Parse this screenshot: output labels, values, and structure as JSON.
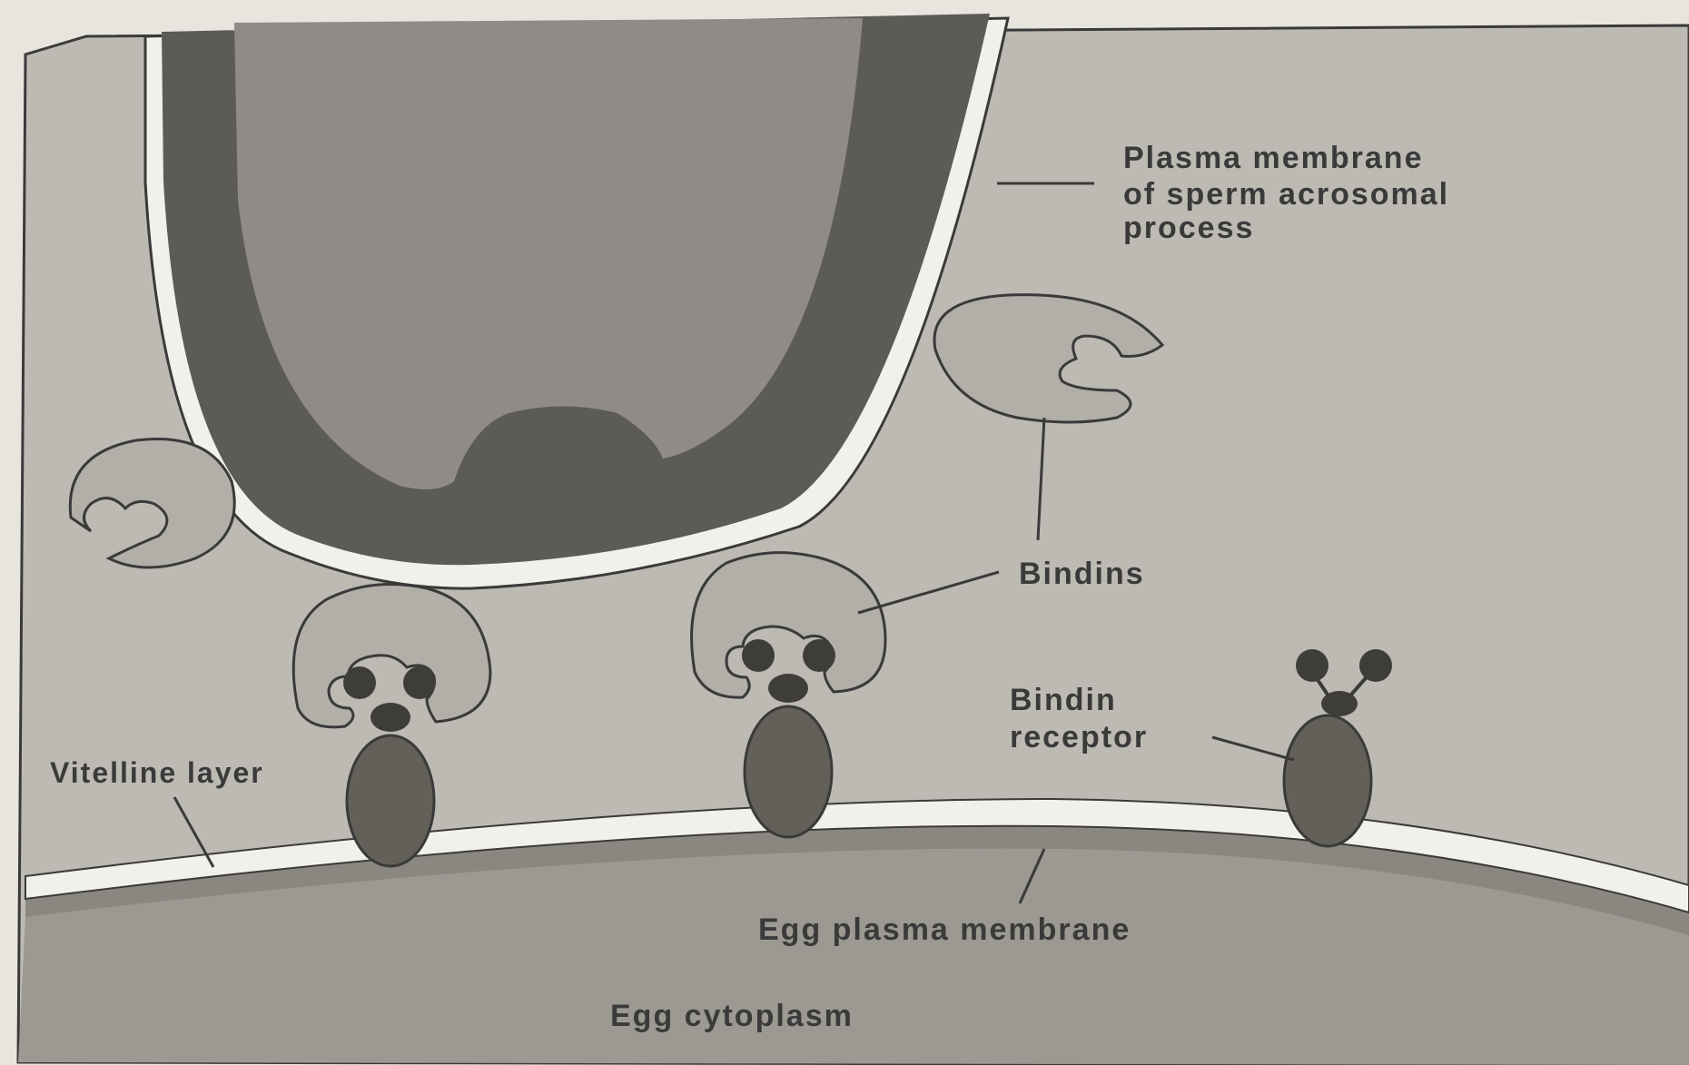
{
  "labels": {
    "plasma_membrane": [
      "Plasma membrane",
      "of sperm acrosomal",
      "process"
    ],
    "bindins": "Bindins",
    "bindin_receptor": [
      "Bindin",
      "receptor"
    ],
    "vitelline_layer": "Vitelline layer",
    "egg_plasma_membrane": "Egg plasma membrane",
    "egg_cytoplasm": "Egg cytoplasm"
  },
  "colors": {
    "background_medium": "#bdbab4",
    "sperm_outer": "#5d5b58",
    "sperm_inner": "#8f8c87",
    "bindin_fill": "#b2afa9",
    "receptor_fill": "#626058",
    "cytoplasm": "#9c9993",
    "membrane_white": "#f2f0ea"
  }
}
